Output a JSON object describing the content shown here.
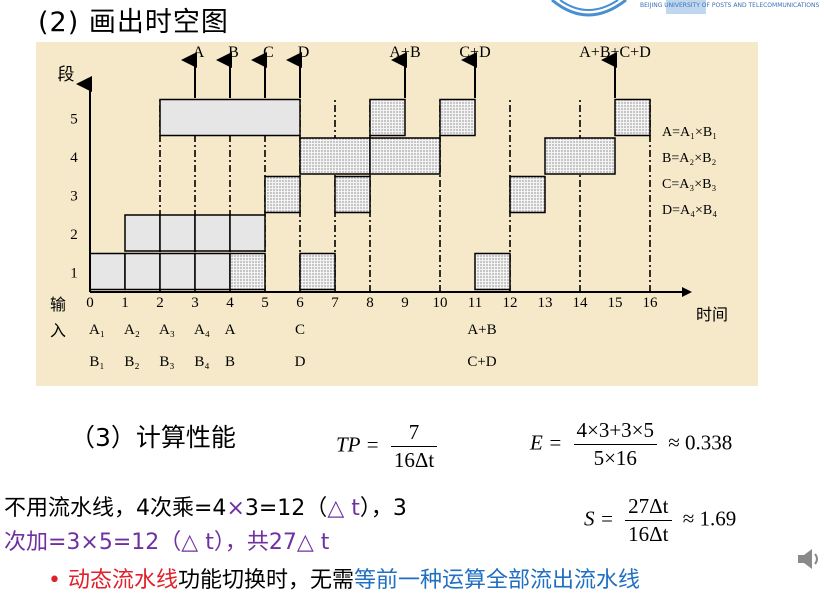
{
  "title": "(2) 画出时空图",
  "logo_text": "BEIJING UNIVERSITY OF POSTS AND TELECOMMUNICATIONS",
  "diagram": {
    "y_label_top": "段",
    "y_label_input": [
      "输",
      "入"
    ],
    "x_label": "时间",
    "y_ticks": [
      "1",
      "2",
      "3",
      "4",
      "5"
    ],
    "x_ticks": [
      "0",
      "1",
      "2",
      "3",
      "4",
      "5",
      "6",
      "7",
      "8",
      "9",
      "10",
      "11",
      "12",
      "13",
      "14",
      "15",
      "16"
    ],
    "top_labels": [
      "A",
      "B",
      "C",
      "D",
      "A+B",
      "C+D",
      "A+B+C+D"
    ],
    "legend": [
      "A=A₁×B₁",
      "B=A₂×B₂",
      "C=A₃×B₃",
      "D=A₄×B₄"
    ],
    "inputs_row1": [
      "A₁",
      "A₂",
      "A₃",
      "A₄",
      "A",
      "C",
      "A+B"
    ],
    "inputs_row2": [
      "B₁",
      "B₂",
      "B₃",
      "B₄",
      "B",
      "D",
      "C+D"
    ],
    "mult_blocks": [
      {
        "stage": 1,
        "t0": 0,
        "t1": 1
      },
      {
        "stage": 1,
        "t0": 1,
        "t1": 2
      },
      {
        "stage": 1,
        "t0": 2,
        "t1": 3
      },
      {
        "stage": 1,
        "t0": 3,
        "t1": 4
      },
      {
        "stage": 2,
        "t0": 1,
        "t1": 2
      },
      {
        "stage": 2,
        "t0": 2,
        "t1": 3
      },
      {
        "stage": 2,
        "t0": 3,
        "t1": 4
      },
      {
        "stage": 2,
        "t0": 4,
        "t1": 5
      },
      {
        "stage": 5,
        "t0": 2,
        "t1": 6
      }
    ],
    "add_blocks": [
      {
        "stage": 1,
        "t0": 4,
        "t1": 5
      },
      {
        "stage": 3,
        "t0": 5,
        "t1": 6
      },
      {
        "stage": 4,
        "t0": 6,
        "t1": 8
      },
      {
        "stage": 5,
        "t0": 8,
        "t1": 9
      },
      {
        "stage": 1,
        "t0": 6,
        "t1": 7
      },
      {
        "stage": 3,
        "t0": 7,
        "t1": 8
      },
      {
        "stage": 4,
        "t0": 8,
        "t1": 10
      },
      {
        "stage": 5,
        "t0": 10,
        "t1": 11
      },
      {
        "stage": 1,
        "t0": 11,
        "t1": 12
      },
      {
        "stage": 3,
        "t0": 12,
        "t1": 13
      },
      {
        "stage": 4,
        "t0": 13,
        "t1": 15
      },
      {
        "stage": 5,
        "t0": 15,
        "t1": 16
      }
    ],
    "dashdot_times": [
      2,
      3,
      4,
      5,
      6,
      7,
      8,
      10,
      12,
      14,
      16
    ],
    "arrow_times": [
      3,
      4,
      5,
      6,
      9,
      11,
      15
    ]
  },
  "section3": "（3）计算性能",
  "tp": {
    "lhs": "TP =",
    "num": "7",
    "den": "16Δt"
  },
  "e": {
    "lhs": "E =",
    "num": "4×3+3×5",
    "den": "5×16",
    "rhs": "≈ 0.338"
  },
  "s": {
    "lhs": "S =",
    "num": "27Δt",
    "den": "16Δt",
    "rhs": "≈ 1.69"
  },
  "text_line1_a": "不用流水线，4次乘=4",
  "text_line1_x": "×",
  "text_line1_b": "3=12（",
  "text_line1_c": "△ t",
  "text_line1_d": "），3",
  "text_line2": "次加=3×5=12（△ t），共27△ t",
  "bullet": "•",
  "text_line3_red": "动态流水线",
  "text_line3_black": "功能切换时，无需",
  "text_line3_blue": "等前一种运算全部流出流水线",
  "colors": {
    "panel": "#f5e9c9",
    "red": "#e0202a",
    "purple": "#7030a0",
    "blue": "#1f6fc2"
  }
}
